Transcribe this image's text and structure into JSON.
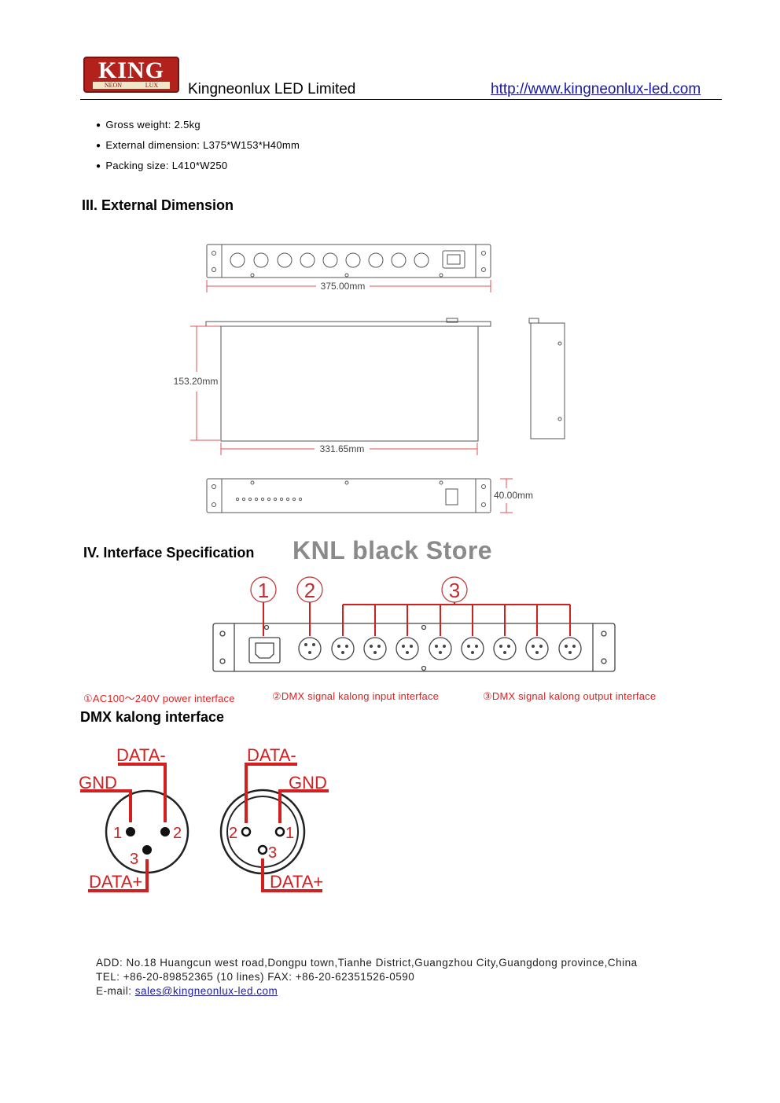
{
  "header": {
    "logo_word": "KING",
    "logo_sub": [
      "NEON",
      "LUX"
    ],
    "company": "Kingneonlux LED Limited",
    "website": "http://www.kingneonlux-led.com"
  },
  "specs": [
    "Gross weight: 2.5kg",
    "External dimension: L375*W153*H40mm",
    "Packing size: L410*W250"
  ],
  "section3": {
    "title": "III.  External Dimension",
    "dims": {
      "length": "375.00mm",
      "width": "153.20mm",
      "inner": "331.65mm",
      "height": "40.00mm"
    }
  },
  "section4": {
    "title": "IV. Interface Specification",
    "watermark": "KNL black Store",
    "markers": [
      "1",
      "2",
      "3"
    ],
    "captions": [
      "①AC100～240V power interface",
      "②DMX signal kalong input interface",
      "③DMX signal kalong output interface"
    ]
  },
  "dmx": {
    "title": "DMX kalong interface",
    "male": {
      "data_minus": "DATA-",
      "gnd": "GND",
      "data_plus": "DATA+",
      "pins": [
        "1",
        "2",
        "3"
      ]
    },
    "female": {
      "data_minus": "DATA-",
      "gnd": "GND",
      "data_plus": "DATA+",
      "pins": [
        "2",
        "1",
        "3"
      ]
    }
  },
  "footer": {
    "address": "ADD: No.18 Huangcun west road,Dongpu town,Tianhe District,Guangzhou City,Guangdong province,China",
    "tel": "TEL: +86-20-89852365 (10 lines) FAX: +86-20-62351526-0590",
    "email_label": "E-mail: ",
    "email": "sales@kingneonlux-led.com"
  },
  "colors": {
    "accent_red": "#d21f1f",
    "logo_red": "#b3211c",
    "link_blue": "#1a1aa6"
  }
}
